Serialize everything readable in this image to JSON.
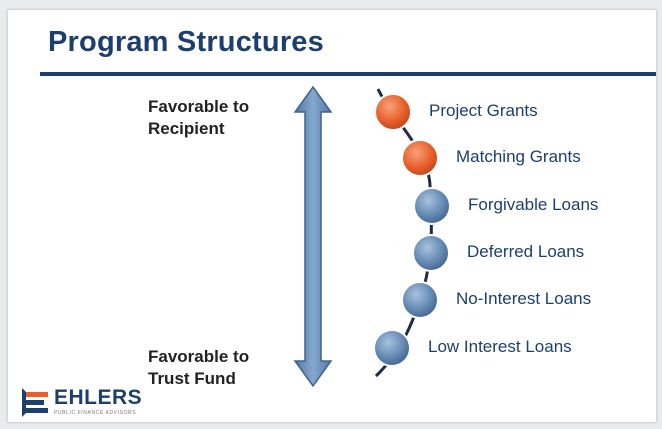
{
  "slide": {
    "title": "Program Structures",
    "top_label": "Favorable to\nRecipient",
    "bottom_label": "Favorable to\nTrust Fund"
  },
  "items": [
    {
      "label": "Project Grants",
      "color": "#e8602a"
    },
    {
      "label": "Matching Grants",
      "color": "#e8602a"
    },
    {
      "label": "Forgivable Loans",
      "color": "#5f84ad"
    },
    {
      "label": "Deferred Loans",
      "color": "#5f84ad"
    },
    {
      "label": "No-Interest Loans",
      "color": "#5f84ad"
    },
    {
      "label": "Low Interest Loans",
      "color": "#5f84ad"
    }
  ],
  "logo": {
    "word": "EHLERS",
    "subtitle": "PUBLIC FINANCE ADVISORS"
  },
  "colors": {
    "accent": "#1d3f6e",
    "arrow": "#6a90bb",
    "orange": "#e8602a",
    "blue": "#5f84ad"
  }
}
